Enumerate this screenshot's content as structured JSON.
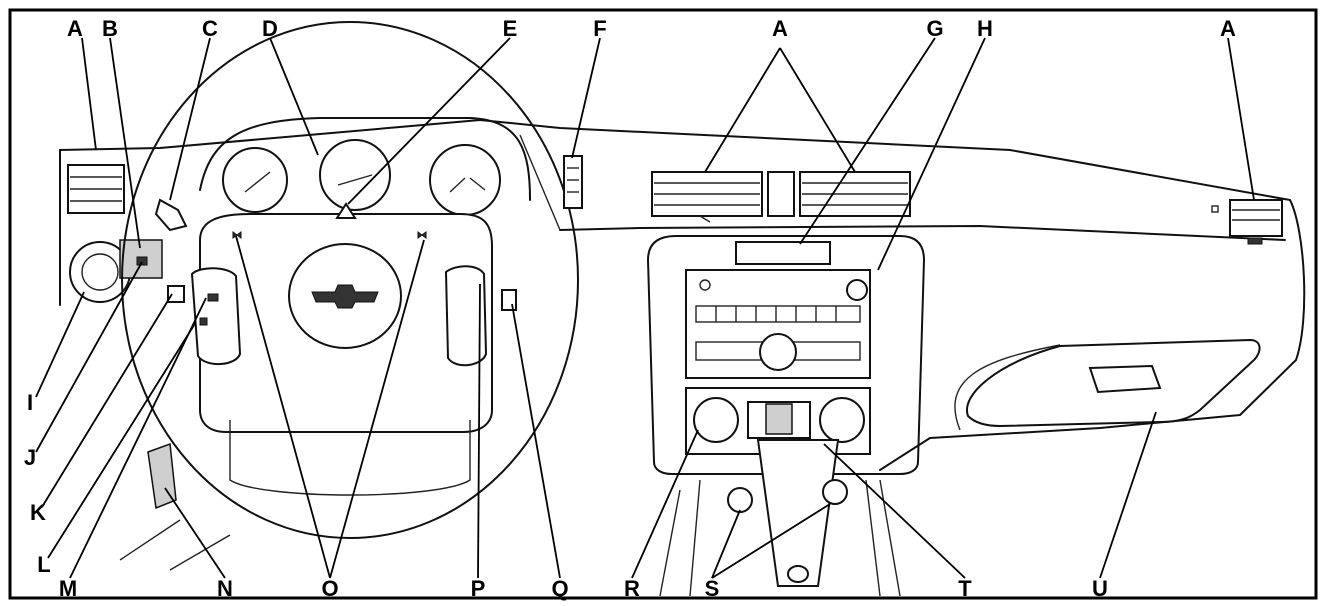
{
  "labels": {
    "top": [
      "A",
      "B",
      "C",
      "D",
      "E",
      "F",
      "A",
      "G",
      "H",
      "A"
    ],
    "left": [
      "I",
      "J",
      "K",
      "L",
      "M"
    ],
    "bottom": [
      "N",
      "O",
      "P",
      "Q",
      "R",
      "S",
      "T",
      "U"
    ]
  }
}
